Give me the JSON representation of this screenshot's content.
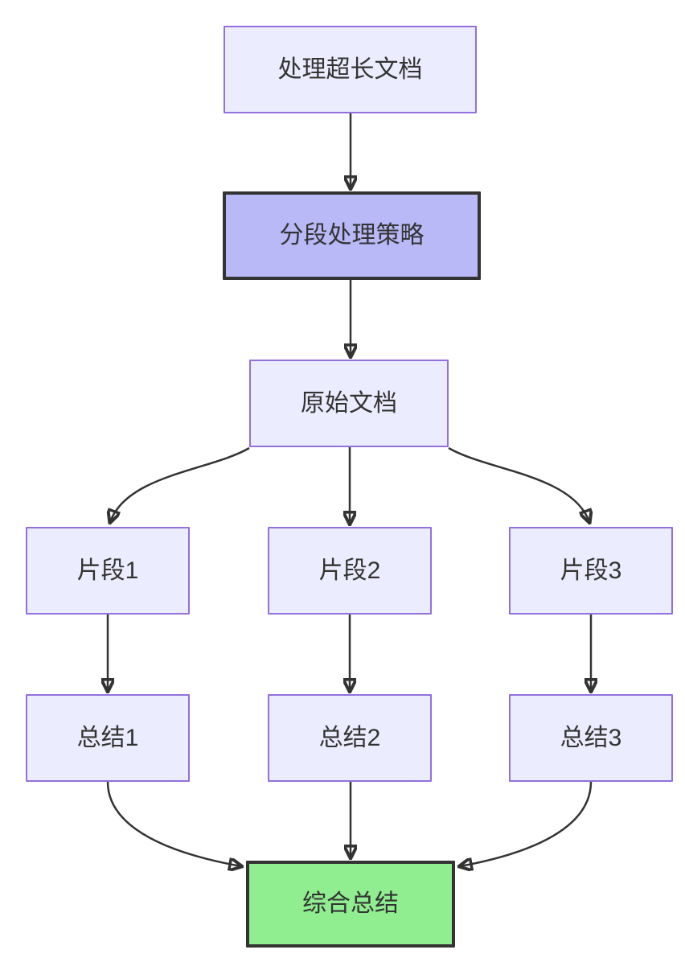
{
  "diagram": {
    "type": "flowchart",
    "direction": "top-down",
    "background": "#ffffff",
    "colors": {
      "default_node_fill": "#ECECFF",
      "default_node_border": "#9370DB",
      "highlight_node_fill": "#b9b9f8",
      "highlight_node_border": "#333333",
      "result_node_fill": "#90EE90",
      "result_node_border": "#333333",
      "edge_stroke": "#333333",
      "text": "#333333"
    },
    "nodes": [
      {
        "id": "A",
        "label": "处理超长文档",
        "style": "default"
      },
      {
        "id": "B",
        "label": "分段处理策略",
        "style": "highlight"
      },
      {
        "id": "C",
        "label": "原始文档",
        "style": "default"
      },
      {
        "id": "D1",
        "label": "片段1",
        "style": "default"
      },
      {
        "id": "D2",
        "label": "片段2",
        "style": "default"
      },
      {
        "id": "D3",
        "label": "片段3",
        "style": "default"
      },
      {
        "id": "E1",
        "label": "总结1",
        "style": "default"
      },
      {
        "id": "E2",
        "label": "总结2",
        "style": "default"
      },
      {
        "id": "E3",
        "label": "总结3",
        "style": "default"
      },
      {
        "id": "F",
        "label": "综合总结",
        "style": "result"
      }
    ],
    "edges": [
      {
        "from": "A",
        "to": "B"
      },
      {
        "from": "B",
        "to": "C"
      },
      {
        "from": "C",
        "to": "D1"
      },
      {
        "from": "C",
        "to": "D2"
      },
      {
        "from": "C",
        "to": "D3"
      },
      {
        "from": "D1",
        "to": "E1"
      },
      {
        "from": "D2",
        "to": "E2"
      },
      {
        "from": "D3",
        "to": "E3"
      },
      {
        "from": "E1",
        "to": "F"
      },
      {
        "from": "E2",
        "to": "F"
      },
      {
        "from": "E3",
        "to": "F"
      }
    ]
  }
}
